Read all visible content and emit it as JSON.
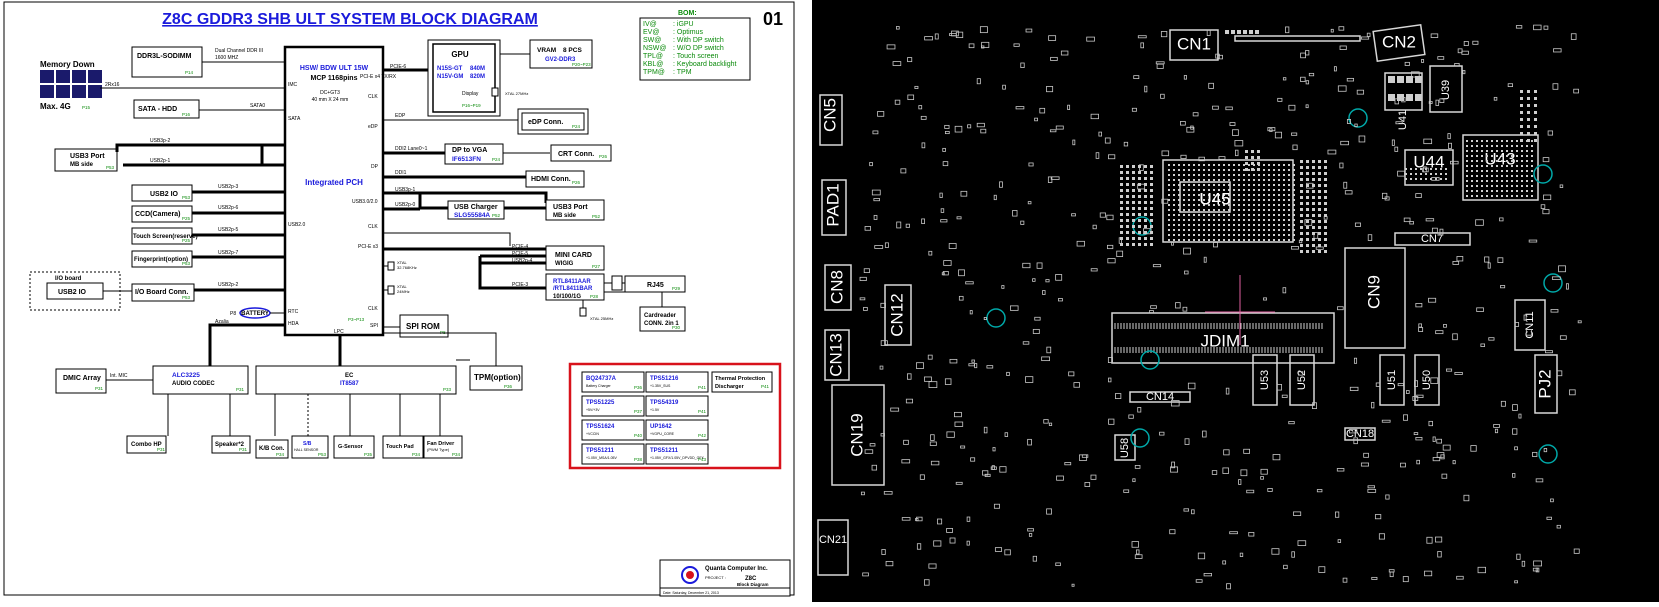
{
  "schematic": {
    "title": "Z8C  GDDR3 SHB ULT SYSTEM BLOCK DIAGRAM",
    "page_num": "01",
    "bom": {
      "title": "BOM:",
      "rows": [
        {
          "code": "IV@",
          "desc": ": iGPU"
        },
        {
          "code": "EV@",
          "desc": ": Optimus"
        },
        {
          "code": "SW@",
          "desc": ": With DP switch"
        },
        {
          "code": "NSW@",
          "desc": ": W/O DP switch"
        },
        {
          "code": "TPL@",
          "desc": ": Touch screen"
        },
        {
          "code": "KBL@",
          "desc": ": Keyboard backlight"
        },
        {
          "code": "TPM@",
          "desc": ": TPM"
        }
      ]
    },
    "memory": {
      "title": "Memory Down",
      "max": "Max. 4G",
      "page": "P15",
      "bus": "2Rx16"
    },
    "ddr": {
      "label": "DDR3L-SODIMM",
      "page": "P14",
      "bus1": "Dual Channel DDR III",
      "bus2": "1600 MHZ"
    },
    "cpu": {
      "line1": "HSW/ BDW ULT 15W",
      "line2": "MCP 1168pins",
      "sub1": "DC+GT3",
      "sub2": "40 mm X 24 mm",
      "pch": "Integrated  PCH",
      "pages": "P3~P13"
    },
    "cpu_pins": {
      "imc": "IMC",
      "sata": "SATA",
      "usb20": "USB2.0",
      "rtc": "RTC",
      "hda": "HDA",
      "pcie": "PCI-E x4 TX/RX",
      "clk1": "CLK",
      "edp": "eDP",
      "dp": "DP",
      "usb30": "USB3.0/2.0",
      "clk2": "CLK",
      "pcie4": "PCI-E x3",
      "clk3": "CLK",
      "spi": "SPI",
      "lpc": "LPC"
    },
    "sata_hdd": {
      "label": "SATA - HDD",
      "page": "P16",
      "bus": "SATA0"
    },
    "usb3_left": {
      "line1": "USB3 Port",
      "line2": "MB side",
      "page": "P53",
      "bus1": "USB3p-2",
      "bus2": "USB2p-1"
    },
    "usb2io": {
      "label": "USB2 IO",
      "page": "P53",
      "bus": "USB2p-3"
    },
    "ccd": {
      "label": "CCD(Camera)",
      "page": "P25",
      "bus": "USB2p-6"
    },
    "touch": {
      "label": "Touch Screen(reserve)",
      "page": "P25",
      "bus": "USB2p-5"
    },
    "finger": {
      "label": "Fingerprint(option)",
      "page": "P53",
      "bus": "USB2p-7"
    },
    "ioconn": {
      "label": "I/O Board Conn.",
      "page": "P53",
      "bus": "USB2p-2"
    },
    "ioboard": {
      "title": "I/O board",
      "usb": "USB2 IO"
    },
    "battery": {
      "label": "BATTERY",
      "page": "P8",
      "azalia": "Azalia"
    },
    "gpu": {
      "title": "GPU",
      "line1": "N15S-GT",
      "line1b": "840M",
      "line2": "N15V-GM",
      "line2b": "820M",
      "display": "Display",
      "page": "P16~P19",
      "pcie": "PCIE-6",
      "xtal": "XTAL 27MHz"
    },
    "vram": {
      "line1": "VRAM",
      "line1b": "8 PCS",
      "line2": "GV2-DDR3",
      "page": "P20~P23"
    },
    "edp": {
      "label": "eDP  Conn.",
      "page": "P24",
      "bus": "EDP"
    },
    "dpvga": {
      "line1": "DP to VGA",
      "line2": "IF6513FN",
      "page": "P24",
      "bus": "DDI2 Lane0~1"
    },
    "crt": {
      "label": "CRT Conn.",
      "page": "P26"
    },
    "hdmi": {
      "label": "HDMI Conn.",
      "page": "P26",
      "bus": "DDI1"
    },
    "usbcharger": {
      "line1": "USB Charger",
      "line2": "SLG55584A",
      "page": "P52",
      "bus1": "USB3p-1",
      "bus2": "USB2p-0"
    },
    "usb3_right": {
      "line1": "USB3 Port",
      "line2": "MB side",
      "page": "P52"
    },
    "minicard": {
      "line1": "MINI CARD",
      "line2": "WIGIG",
      "page": "P27",
      "pcie4": "PCIE-4",
      "pcie5": "PCIE-5",
      "usb2p4": "USB2p-4"
    },
    "rtl": {
      "line1": "RTL8411AAR",
      "line2": "/RTL8411BAR",
      "speed": "10/100/1G",
      "page": "P28",
      "pcie": "PCIE-3",
      "xtal": "XTAL 25MHz"
    },
    "rj45": {
      "label": "RJ45",
      "page": "P29"
    },
    "card": {
      "line1": "Cardreader",
      "line2": "CONN. 2in 1",
      "page": "P30"
    },
    "xtal1": {
      "line1": "XTAL",
      "line2": "32.768KHz"
    },
    "xtal2": {
      "line1": "XTAL",
      "line2": "24MHz"
    },
    "spirom": {
      "label": "SPI ROM",
      "page": "P8"
    },
    "dmic": {
      "label": "DMIC Array",
      "page": "P31",
      "bus": "Int. MIC"
    },
    "codec": {
      "line1": "ALC3225",
      "line2": "AUDIO CODEC",
      "page": "P31"
    },
    "ec": {
      "line1": "EC",
      "line2": "IT8587",
      "page": "P33"
    },
    "tpm": {
      "label": "TPM(option)",
      "page": "P36"
    },
    "combo": {
      "label": "Combo HP",
      "page": "P31"
    },
    "speaker": {
      "label": "Speaker*2",
      "page": "P31"
    },
    "kbcon": {
      "label": "K/B Con.",
      "page": "P34"
    },
    "hall": {
      "line1": "S/B",
      "line2": "HALL SENSOR",
      "page": "P53"
    },
    "gsensor": {
      "label": "G-Sensor",
      "page": "P35"
    },
    "touchpad": {
      "label": "Touch Pad",
      "page": "P34"
    },
    "fan": {
      "line1": "Fan Driver",
      "line2": "(PWM Type)",
      "page": "P34"
    },
    "power": [
      {
        "name": "BQ24737A",
        "desc": "Battery Charger",
        "page": "P36"
      },
      {
        "name": "TPS51216",
        "desc": "+1.35V_SUS",
        "page": "P41"
      },
      {
        "name": "TPS51225",
        "desc": "+5V/+3V",
        "page": "P37"
      },
      {
        "name": "TPS54319",
        "desc": "+1.5V",
        "page": "P41"
      },
      {
        "name": "TPS51624",
        "desc": "+VCCIN",
        "page": "P40"
      },
      {
        "name": "UP1642",
        "desc": "+VGPU_CORE",
        "page": "P42"
      },
      {
        "name": "TPS51211",
        "desc": "+1.05V_MSA/1.05V",
        "page": "P38"
      },
      {
        "name": "TPS51211",
        "desc": "+1.05V_GFX/1.05V_DPVDD_GFX",
        "page": "P43"
      }
    ],
    "thermal": {
      "line1": "Thermal Protection",
      "line2": "Discharger",
      "page": "P41"
    },
    "quanta": {
      "name": "Quanta Computer Inc.",
      "proj_label": "PROJECT :",
      "proj": "Z8C",
      "doc": "Block Diagram",
      "date": "Date: Saturday, December 21, 2013"
    }
  },
  "pcb": {
    "labels": [
      "CN1",
      "CN2",
      "U41",
      "U39",
      "CN5",
      "U44",
      "U43",
      "U45",
      "PAD1",
      "CN7",
      "CN8",
      "CN9",
      "CN12",
      "JDIM1",
      "CN13",
      "CN11",
      "U53",
      "U52",
      "U51",
      "U50",
      "PJ2",
      "CN14",
      "CN19",
      "CN18",
      "CN21",
      "U58"
    ]
  }
}
